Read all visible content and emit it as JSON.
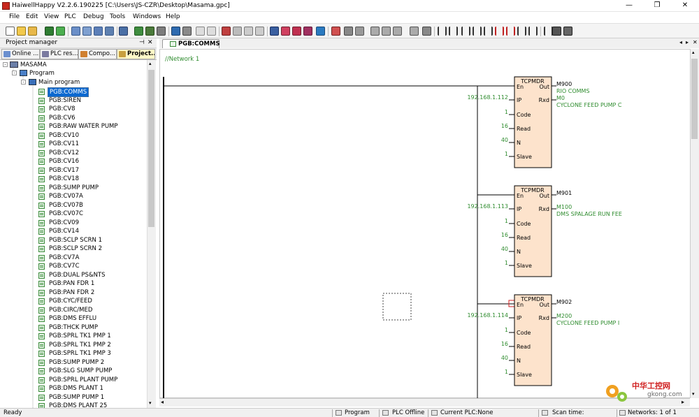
{
  "window": {
    "title": "HaiwellHappy V2.2.6.190225 [C:\\Users\\JS-CZR\\Desktop\\Masama.gpc]",
    "minimize_glyph": "—",
    "restore_glyph": "❐",
    "close_glyph": "✕"
  },
  "menu": [
    "File",
    "Edit",
    "View",
    "PLC",
    "Debug",
    "Tools",
    "Windows",
    "Help"
  ],
  "project_manager": {
    "title": "Project manager",
    "pin_glyph": "⊣",
    "close_glyph": "✕",
    "tabs": [
      {
        "label": "Online ...",
        "icon": "online-icon",
        "active": false
      },
      {
        "label": "PLC res...",
        "icon": "plc-resource-icon",
        "active": false
      },
      {
        "label": "Compo...",
        "icon": "component-icon",
        "active": false
      },
      {
        "label": "Project...",
        "icon": "project-icon",
        "active": true
      }
    ],
    "tree": {
      "root": "MASAMA",
      "program": "Program",
      "main_program": "Main program",
      "items": [
        "PGB:COMMS",
        "PGB:SIREN",
        "PGB:CV8",
        "PGB:CV6",
        "PGB:RAW WATER PUMP",
        "PGB:CV10",
        "PGB:CV11",
        "PGB:CV12",
        "PGB:CV16",
        "PGB:CV17",
        "PGB:CV18",
        "PGB:SUMP PUMP",
        "PGB:CV07A",
        "PGB:CV07B",
        "PGB:CV07C",
        "PGB:CV09",
        "PGB:CV14",
        "PGB:SCLP SCRN 1",
        "PGB:SCLP SCRN 2",
        "PGB:CV7A",
        "PGB:CV7C",
        "PGB:DUAL PS&NTS",
        "PGB:PAN FDR 1",
        "PGB:PAN FDR 2",
        "PGB:CYC/FEED",
        "PGB:CIRC/MED",
        "PGB:DMS EFFLU",
        "PGB:THCK PUMP",
        "PGB:SPRL TK1 PMP 1",
        "PGB:SPRL TK1 PMP 2",
        "PGB:SPRL TK1 PMP 3",
        "PGB:SUMP PUMP 2",
        "PGB:SLG SUMP PUMP",
        "PGB:SPRL PLANT PUMP",
        "PGB:DMS PLANT 1",
        "PGB:SUMP PUMP 1",
        "PGB:DMS PLANT 25"
      ],
      "selected": "PGB:COMMS"
    }
  },
  "editor": {
    "tab_label": "PGB:COMMS",
    "network_label": "//Network 1",
    "blocks": [
      {
        "name": "TCPMDR",
        "en": "En",
        "out": "Out",
        "out_var": "M900",
        "ip_value": "192.168.1.112",
        "ip_pin": "IP",
        "rxd_pin": "Rxd",
        "rxd_var": "M0",
        "out_comment": "RIO COMMS",
        "rxd_comment": "CYCLONE FEED PUMP C",
        "code": "1",
        "code_pin": "Code",
        "read": "16",
        "read_pin": "Read",
        "n": "40",
        "n_pin": "N",
        "slave": "1",
        "slave_pin": "Slave"
      },
      {
        "name": "TCPMDR",
        "en": "En",
        "out": "Out",
        "out_var": "M901",
        "ip_value": "192.168.1.113",
        "ip_pin": "IP",
        "rxd_pin": "Rxd",
        "rxd_var": "M100",
        "out_comment": "",
        "rxd_comment": "DMS SPALAGE RUN FEE",
        "code": "1",
        "code_pin": "Code",
        "read": "16",
        "read_pin": "Read",
        "n": "40",
        "n_pin": "N",
        "slave": "1",
        "slave_pin": "Slave"
      },
      {
        "name": "TCPMDR",
        "en": "En",
        "out": "Out",
        "out_var": "M902",
        "ip_value": "192.168.1.114",
        "ip_pin": "IP",
        "rxd_pin": "Rxd",
        "rxd_var": "M200",
        "out_comment": "",
        "rxd_comment": "CYCLONE FEED PUMP I",
        "code": "1",
        "code_pin": "Code",
        "read": "16",
        "read_pin": "Read",
        "n": "40",
        "n_pin": "N",
        "slave": "1",
        "slave_pin": "Slave"
      }
    ],
    "nav_left_glyph": "◂",
    "nav_right_glyph": "▸",
    "close_glyph": "✕",
    "scroll_up_glyph": "▴",
    "scroll_down_glyph": "▾",
    "scroll_left_glyph": "◂",
    "scroll_right_glyph": "▸"
  },
  "status_bar": {
    "ready": "Ready",
    "program": "Program",
    "plc_offline": "PLC Offline",
    "current_plc": "Current PLC:None",
    "scan_time": "Scan time:",
    "networks": "Networks:  1 of 1"
  },
  "watermark": {
    "line1": "中华工控网",
    "line2": "gkong.com"
  },
  "colors": {
    "accent": "#0a68d0",
    "block_fill": "#fde3cc",
    "wire": "#000000",
    "comment": "#2f8c2f",
    "network_label": "#2f8c2f"
  }
}
